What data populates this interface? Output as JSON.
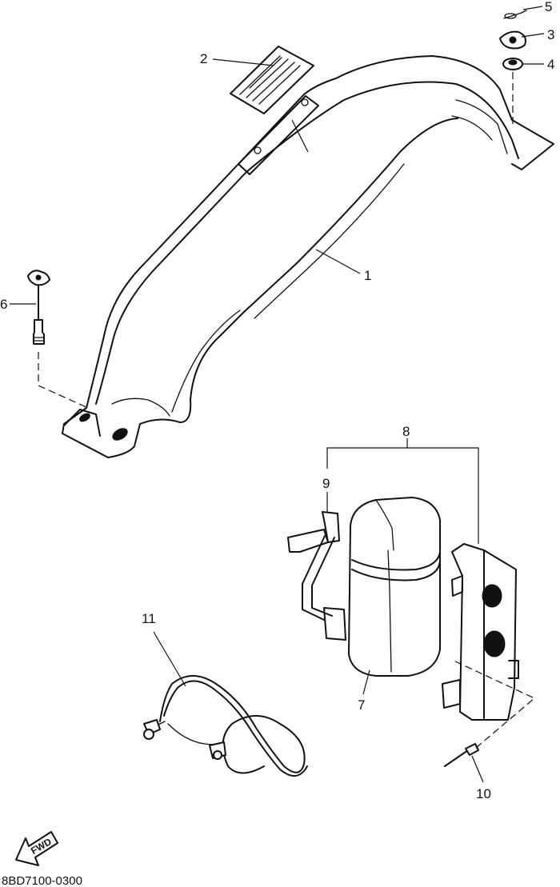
{
  "callouts": {
    "p1": "1",
    "p2": "2",
    "p3": "3",
    "p4": "4",
    "p5": "5",
    "p6": "6",
    "p7": "7",
    "p8": "8",
    "p9": "9",
    "p10": "10",
    "p11": "11"
  },
  "direction_badge": "FWD",
  "drawing_code": "8BD7100-0300",
  "colors": {
    "ink": "#111111",
    "paper": "#ffffff"
  },
  "icons": {
    "direction": "fwd-arrow-icon"
  }
}
